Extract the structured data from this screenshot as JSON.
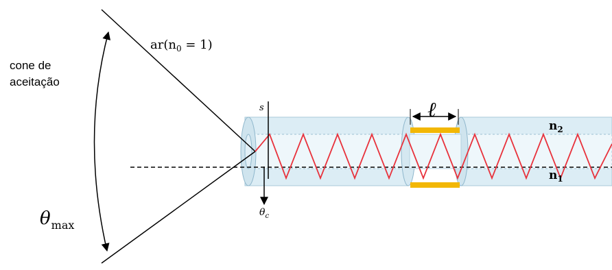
{
  "labels": {
    "cone_line1": "cone de",
    "cone_line2": "aceitação",
    "air_text": "ar(n",
    "air_sub": "0",
    "air_rest": " = 1)",
    "theta_max_symbol": "θ",
    "theta_max_sub": "max",
    "theta_c_symbol": "θ",
    "theta_c_sub": "c",
    "s_label": "s",
    "ell_label": "ℓ",
    "n2_text": "n",
    "n2_sub": "2",
    "n1_text": "n",
    "n1_sub": "1"
  },
  "colors": {
    "cladding_fill": "#dcedf5",
    "cladding_stroke": "#8fb7cc",
    "core_fill": "#eef7fb",
    "ray": "#e8323c",
    "sensor_band": "#f2b705",
    "lines": "#000000"
  }
}
